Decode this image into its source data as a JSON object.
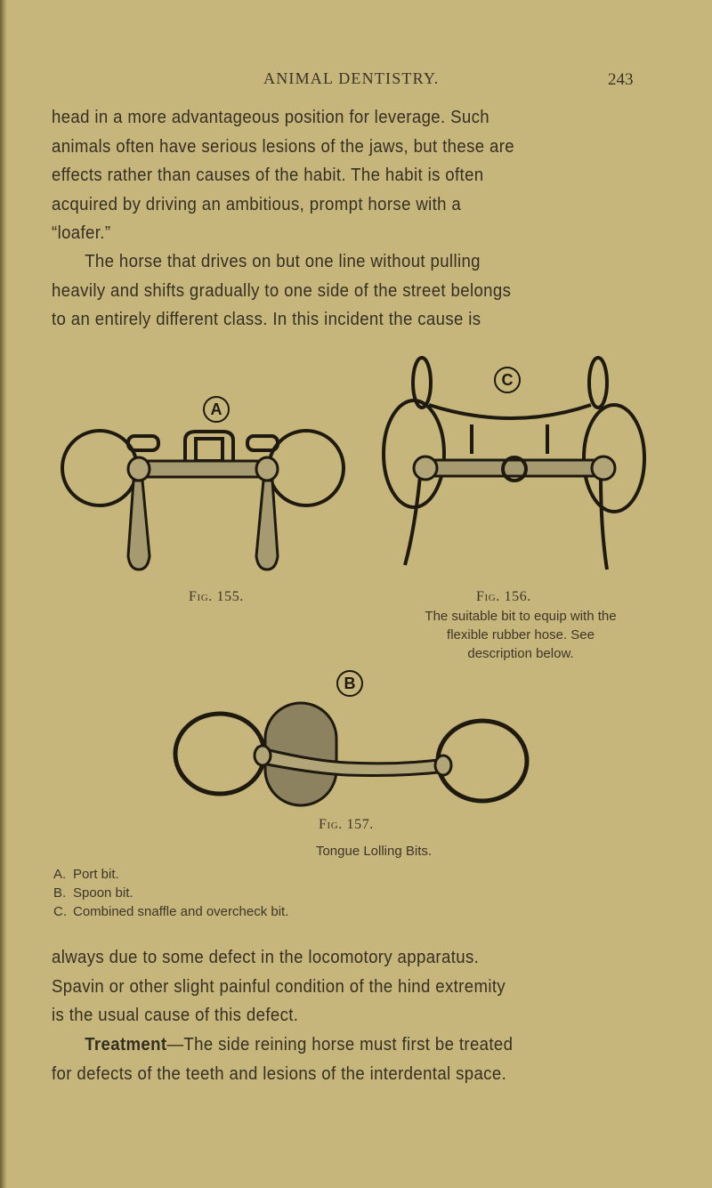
{
  "header": {
    "running_title": "ANIMAL DENTISTRY.",
    "page_number": "243"
  },
  "paragraphs": {
    "p1": {
      "lines": [
        "head in a more advantageous position for leverage.  Such",
        "animals often have serious lesions of the jaws, but these are",
        "effects rather than causes of the habit.  The habit is often",
        "acquired by driving an ambitious, prompt horse  with  a",
        "“loafer.”"
      ]
    },
    "p2": {
      "lines": [
        "The horse that drives on but one line without pulling",
        "heavily and shifts gradually to one side of the street belongs",
        "to an entirely different class.  In this incident the cause is"
      ]
    },
    "p3": {
      "lines": [
        "always due to some defect in the  locomotory  apparatus.",
        "Spavin or other slight painful condition of the hind extremity",
        "is the usual cause of this defect."
      ]
    },
    "p4": {
      "lead": "Treatment",
      "lines": [
        "—The side reining horse must first be treated",
        "for defects of the teeth and lesions of the interdental space."
      ]
    }
  },
  "figures": [
    {
      "id": "fig155",
      "marker": "A",
      "caption": "Fig. 155.",
      "illustration": "port-bit"
    },
    {
      "id": "fig156",
      "marker": "C",
      "caption": "Fig. 156.",
      "description": [
        "The suitable bit to equip with the",
        "flexible rubber hose.  See",
        "description below."
      ],
      "illustration": "combined-snaffle-overcheck-bit"
    },
    {
      "id": "fig157",
      "marker": "B",
      "caption": "Fig. 157.",
      "subcaption": "Tongue Lolling Bits.",
      "illustration": "spoon-bit"
    }
  ],
  "legend": [
    {
      "key": "A.",
      "label": "Port bit."
    },
    {
      "key": "B.",
      "label": "Spoon bit."
    },
    {
      "key": "C.",
      "label": "Combined snaffle and overcheck bit."
    }
  ],
  "colors": {
    "paper": "#c7b67c",
    "ink": "#2e281c",
    "spoon_fill": "#8d8260"
  }
}
